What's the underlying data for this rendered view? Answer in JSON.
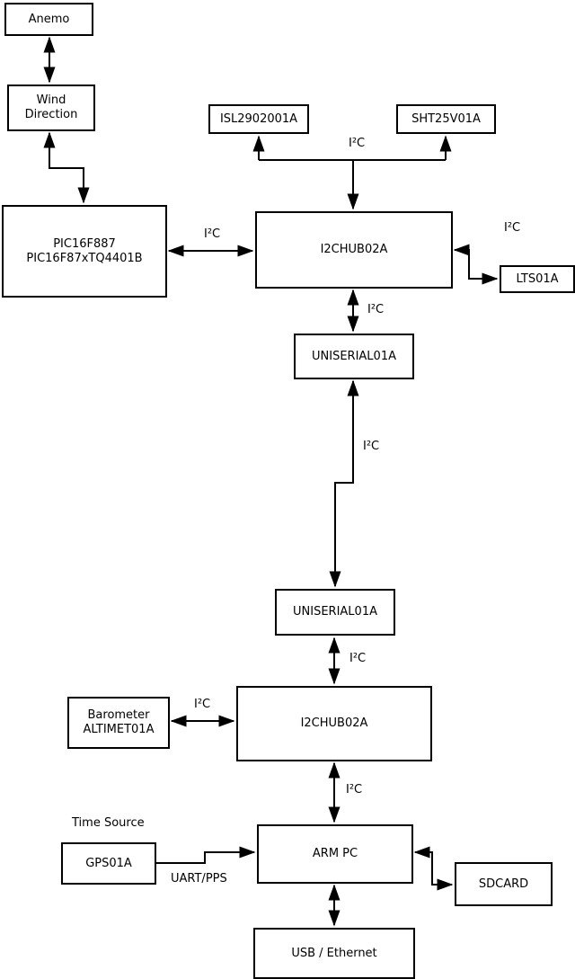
{
  "diagram": {
    "background_color": "#ffffff",
    "line_color": "#000000",
    "nodes": {
      "anemo": {
        "label": "Anemo"
      },
      "wind_direction": {
        "line1": "Wind",
        "line2": "Direction"
      },
      "pic": {
        "line1": "PIC16F887",
        "line2": "PIC16F87xTQ4401B"
      },
      "isl2902001a": {
        "label": "ISL2902001A"
      },
      "sht25v01a": {
        "label": "SHT25V01A"
      },
      "i2chub_top": {
        "label": "I2CHUB02A"
      },
      "lts01a": {
        "label": "LTS01A"
      },
      "uniserial_top": {
        "label": "UNISERIAL01A"
      },
      "uniserial_bottom": {
        "label": "UNISERIAL01A"
      },
      "i2chub_bottom": {
        "label": "I2CHUB02A"
      },
      "barometer": {
        "line1": "Barometer",
        "line2": "ALTIMET01A"
      },
      "gps01a": {
        "label": "GPS01A"
      },
      "arm_pc": {
        "label": "ARM PC"
      },
      "sdcard": {
        "label": "SDCARD"
      },
      "usb_ethernet": {
        "label": "USB / Ethernet"
      }
    },
    "edge_labels": {
      "i2c_top_branch": "I²C",
      "i2c_pic_hub": "I²C",
      "i2c_lts": "I²C",
      "i2c_hub_uniserial": "I²C",
      "i2c_long_line": "I²C",
      "i2c_uniserial_hub2": "I²C",
      "i2c_barometer": "I²C",
      "i2c_hub2_armpc": "I²C",
      "time_source": "Time Source",
      "uart_pps": "UART/PPS"
    },
    "edges": [
      {
        "from": "anemo",
        "to": "wind_direction",
        "bidirectional": true
      },
      {
        "from": "wind_direction",
        "to": "pic",
        "bidirectional": true
      },
      {
        "from": "i2chub_top",
        "to": "isl2902001a",
        "label": "I²C"
      },
      {
        "from": "i2chub_top",
        "to": "sht25v01a",
        "label": "I²C"
      },
      {
        "from": "pic",
        "to": "i2chub_top",
        "bidirectional": true,
        "label": "I²C"
      },
      {
        "from": "i2chub_top",
        "to": "lts01a",
        "bidirectional": true,
        "label": "I²C"
      },
      {
        "from": "i2chub_top",
        "to": "uniserial_top",
        "bidirectional": true,
        "label": "I²C"
      },
      {
        "from": "uniserial_top",
        "to": "uniserial_bottom",
        "bidirectional": true,
        "label": "I²C"
      },
      {
        "from": "uniserial_bottom",
        "to": "i2chub_bottom",
        "bidirectional": true,
        "label": "I²C"
      },
      {
        "from": "barometer",
        "to": "i2chub_bottom",
        "bidirectional": true,
        "label": "I²C"
      },
      {
        "from": "i2chub_bottom",
        "to": "arm_pc",
        "bidirectional": true,
        "label": "I²C"
      },
      {
        "from": "gps01a",
        "to": "arm_pc",
        "bidirectional": false,
        "label": "UART/PPS"
      },
      {
        "from": "arm_pc",
        "to": "sdcard",
        "bidirectional": true
      },
      {
        "from": "arm_pc",
        "to": "usb_ethernet",
        "bidirectional": true
      }
    ]
  }
}
